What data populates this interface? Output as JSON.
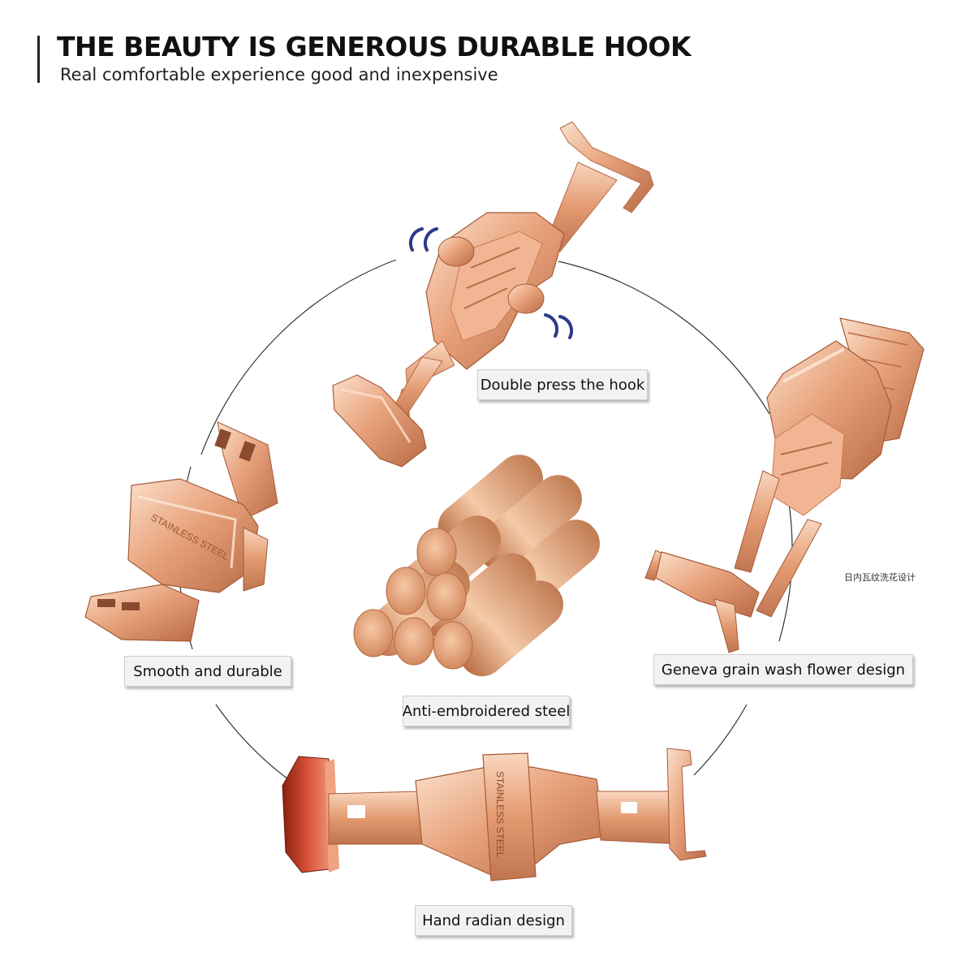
{
  "header": {
    "title": "THE BEAUTY IS GENEROUS DURABLE HOOK",
    "subtitle": "Real comfortable experience good and inexpensive"
  },
  "labels": {
    "double_press": "Double press the hook",
    "smooth_durable": "Smooth and durable",
    "geneva": "Geneva grain wash flower design",
    "anti_embroidered": "Anti-embroidered steel",
    "hand_radian": "Hand radian design"
  },
  "note_cn": "日内瓦纹洗花设计",
  "engraving": "STAINLESS STEEL",
  "colors": {
    "rose_gold": "#e8a37c",
    "rose_gold_dark": "#b86a45",
    "rose_gold_light": "#f8d4bc",
    "press_indicator": "#2d3a8c"
  }
}
